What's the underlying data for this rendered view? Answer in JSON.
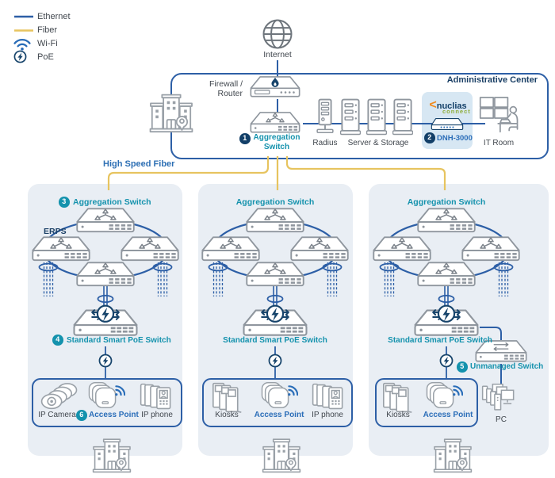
{
  "legend": {
    "items": [
      {
        "label": "Ethernet"
      },
      {
        "label": "Fiber"
      },
      {
        "label": "Wi-Fi"
      },
      {
        "label": "PoE"
      }
    ]
  },
  "internet": {
    "label": "Internet"
  },
  "admin": {
    "title": "Administrative Center",
    "firewall_label_line1": "Firewall /",
    "firewall_label_line2": "Router",
    "aggregation_badge": "1",
    "aggregation_label_line1": "Aggregation",
    "aggregation_label_line2": "Switch",
    "radius_label": "Radius",
    "server_label": "Server & Storage",
    "dnh_badge": "2",
    "dnh_label": "DNH-3000",
    "brand_mark": "<",
    "brand_name": "nuclias",
    "brand_sub": "connect",
    "itroom_label": "IT Room"
  },
  "fiber_note": "High Speed Fiber",
  "sections": [
    {
      "agg_badge": "3",
      "agg_label": "Aggregation Switch",
      "erps": "ERPS",
      "poe_badge": "4",
      "poe_label": "Standard Smart PoE Switch",
      "devices": [
        {
          "label": "IP Camera"
        },
        {
          "badge": "6",
          "label": "Access Point"
        },
        {
          "label": "IP phone"
        }
      ]
    },
    {
      "agg_label": "Aggregation Switch",
      "poe_label": "Standard Smart PoE Switch",
      "devices": [
        {
          "label": "Kiosks"
        },
        {
          "label": "Access Point"
        },
        {
          "label": "IP phone"
        }
      ]
    },
    {
      "agg_label": "Aggregation Switch",
      "poe_label": "Standard Smart PoE Switch",
      "unmanaged_badge": "5",
      "unmanaged_label": "Unmanaged Switch",
      "pc_label": "PC",
      "devices": [
        {
          "label": "Kiosks"
        },
        {
          "label": "Access Point"
        }
      ]
    }
  ],
  "colors": {
    "ethernet": "#2d5fa6",
    "fiber": "#e7c45f",
    "teal": "#1492ad",
    "navy_badge": "#123f68",
    "blue_text": "#2a6db8",
    "navy_text": "#1b4066",
    "section_bg": "#e9eef4",
    "dnh_panel_bg": "#d7e7f3"
  }
}
